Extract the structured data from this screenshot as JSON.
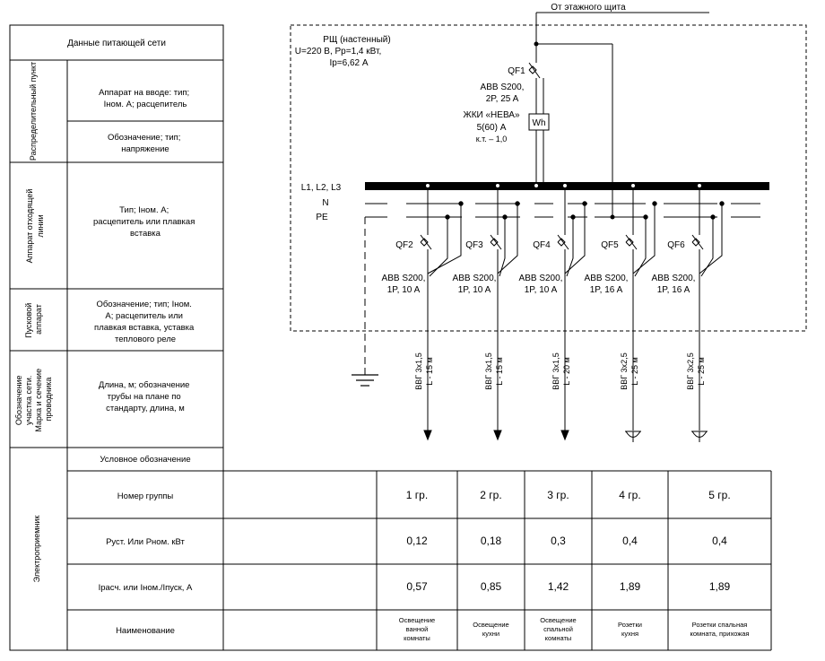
{
  "feed": {
    "label": "От этажного щита"
  },
  "panel": {
    "title": "РЩ (настенный)",
    "params": "U=220 В, Рр=1,4 кВт,",
    "current": "Iр=6,62 А"
  },
  "input_breaker": {
    "id": "QF1",
    "model": "ABB S200,",
    "rating": "2P, 25 A"
  },
  "meter": {
    "name": "ЖКИ «НЕВА»",
    "symbol": "Wh",
    "rating": "5(60) А",
    "accuracy": "к.т. – 1,0"
  },
  "busbar": {
    "phases": "L1, L2, L3",
    "neutral": "N",
    "earth": "PE"
  },
  "breakers": [
    {
      "id": "QF2",
      "model": "ABB S200,",
      "rating": "1P, 10 A",
      "cable": "ВВГ 3х1,5",
      "length": "L - 15 м",
      "load": "lamp"
    },
    {
      "id": "QF3",
      "model": "ABB S200,",
      "rating": "1P, 10 A",
      "cable": "ВВГ 3х1,5",
      "length": "L - 15 м",
      "load": "lamp"
    },
    {
      "id": "QF4",
      "model": "ABB S200,",
      "rating": "1P, 10 A",
      "cable": "ВВГ 3х1,5",
      "length": "L - 20 м",
      "load": "lamp"
    },
    {
      "id": "QF5",
      "model": "ABB S200,",
      "rating": "1P, 16 A",
      "cable": "ВВГ 3х2,5",
      "length": "L - 25 м",
      "load": "socket"
    },
    {
      "id": "QF6",
      "model": "ABB S200,",
      "rating": "1P, 16 A",
      "cable": "ВВГ 3х2,5",
      "length": "L - 25 м",
      "load": "socket"
    }
  ],
  "table": {
    "supply_header": "Данные питающей сети",
    "sections": {
      "distribution_point": "Распределительный пункт",
      "outgoing_device": "Аппарат отходящей линии",
      "starter": "Пусковой аппарат",
      "line_section": "Обозначение участка сети. Марка и сечение проводника",
      "consumer": "Электроприемник"
    },
    "rows": {
      "input_device": "Аппарат на вводе: тип; Iном. А; расцепитель",
      "designation_voltage": "Обозначение; тип; напряжение",
      "outgoing_type": "Тип; Iном. А; расцепитель или плавкая вставка",
      "starter_details": "Обозначение; тип; Iном. А; расцепитель или плавкая вставка, уставка теплового реле",
      "length_pipe": "Длина, м; обозначение трубы на плане по стандарту, длина, м",
      "symbol": "Условное обозначение",
      "group_no": "Номер группы",
      "power": "Руст. Или Рном. кВт",
      "current": "Iрасч. или Iном./Iпуск, А",
      "name": "Наименование"
    },
    "groups": [
      {
        "group": "1 гр.",
        "power": "0,12",
        "current": "0,57",
        "name": "Освещение ванной комнаты"
      },
      {
        "group": "2 гр.",
        "power": "0,18",
        "current": "0,85",
        "name": "Освещение кухни"
      },
      {
        "group": "3 гр.",
        "power": "0,3",
        "current": "1,42",
        "name": "Освещение спальной комнаты"
      },
      {
        "group": "4 гр.",
        "power": "0,4",
        "current": "1,89",
        "name": "Розетки кухня"
      },
      {
        "group": "5 гр.",
        "power": "0,4",
        "current": "1,89",
        "name": "Розетки спальная комната, прихожая"
      }
    ]
  }
}
